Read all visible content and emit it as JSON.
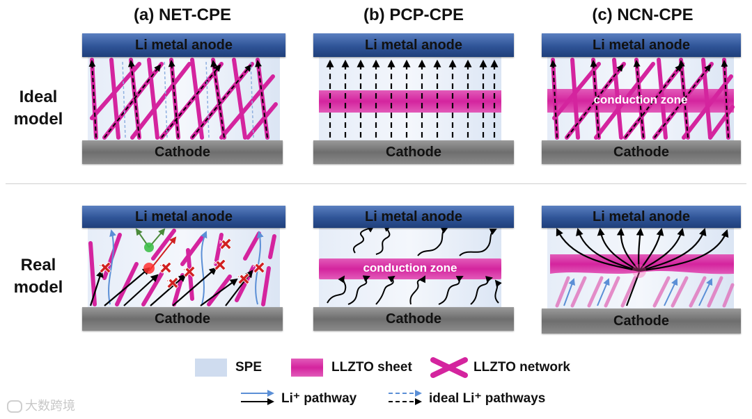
{
  "columns": [
    {
      "title": "(a) NET-CPE"
    },
    {
      "title": "(b) PCP-CPE"
    },
    {
      "title": "(c) NCN-CPE"
    }
  ],
  "rows": [
    {
      "label": "Ideal\nmodel"
    },
    {
      "label": "Real\nmodel"
    }
  ],
  "anode_label": "Li metal anode",
  "cathode_label": "Cathode",
  "zone_label": "conduction zone",
  "legend": {
    "spe": "SPE",
    "sheet": "LLZTO sheet",
    "network": "LLZTO network",
    "pathway": "Li⁺ pathway",
    "ideal_pathway": "ideal Li⁺ pathways"
  },
  "colors": {
    "anode": "#2f5497",
    "cathode": "#7a7a7a",
    "llzto": "#d4249e",
    "spe": "#cfdcef",
    "arrow_blue": "#5b8fd6"
  },
  "watermark": "大数跨境"
}
